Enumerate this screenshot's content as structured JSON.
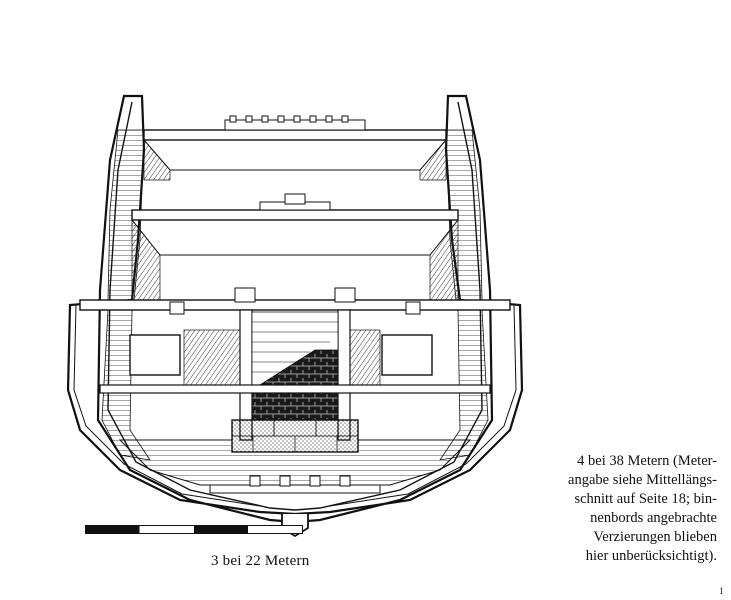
{
  "figure": {
    "subject": "ship-cross-section"
  },
  "scale": {
    "caption": "3 bei 22 Metern",
    "segments": 4
  },
  "side_caption": {
    "lines": [
      "4 bei 38 Metern (Meter-",
      "angabe siehe Mittellängs-",
      "schnitt auf Seite 18; bin-",
      "nenbords angebrachte",
      "Verzierungen blieben",
      "hier unberücksichtigt)."
    ]
  },
  "page": {
    "number": "1"
  }
}
